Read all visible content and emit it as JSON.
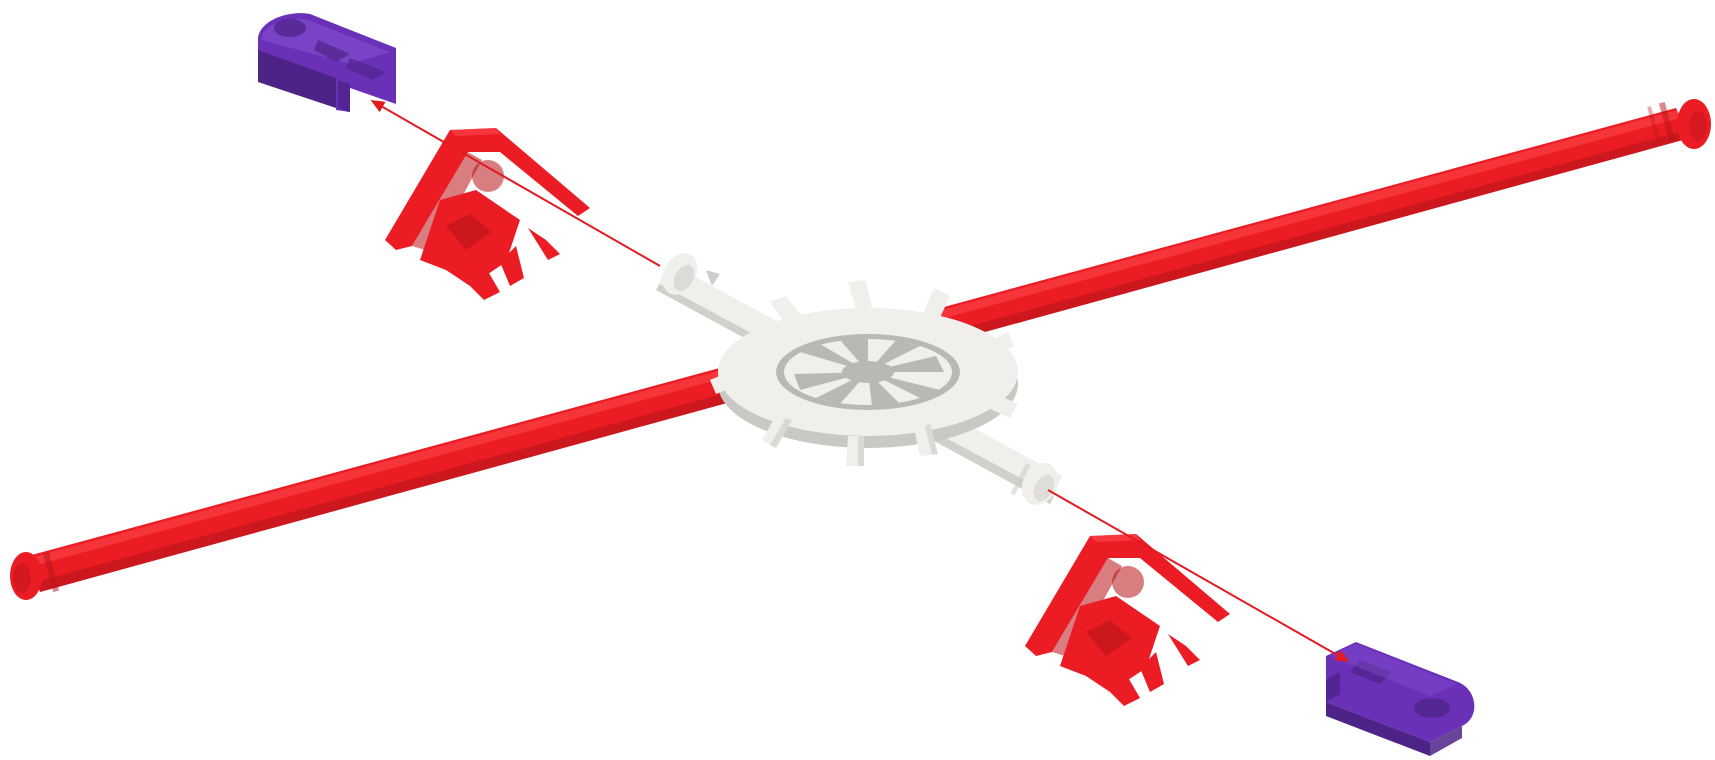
{
  "diagram": {
    "type": "assembly-instruction",
    "colors": {
      "background": "#ffffff",
      "rod": "#ec1c24",
      "rod_dark": "#b8141a",
      "rod_light": "#ff4a4f",
      "hub": "#f0efeb",
      "hub_shadow": "#c9c8c3",
      "hub_inner": "#b9b8b4",
      "clip": "#6a31b8",
      "clip_dark": "#4d2388",
      "clip_light": "#8a55d6",
      "arrow": "#e21b23"
    },
    "parts": [
      {
        "name": "long-red-rod",
        "icon": "red-rod-icon",
        "count": 1
      },
      {
        "name": "white-snowflake-hub",
        "icon": "white-hub-icon",
        "count": 1
      },
      {
        "name": "white-rod",
        "icon": "white-rod-icon",
        "count": 1
      },
      {
        "name": "red-angled-connector",
        "icon": "red-connector-icon",
        "count": 2
      },
      {
        "name": "purple-clip",
        "icon": "purple-clip-icon",
        "count": 2
      }
    ],
    "steps": [
      {
        "arrow": "upper-left",
        "from": "white-rod",
        "to": "purple-clip"
      },
      {
        "arrow": "lower-right",
        "from": "white-rod",
        "to": "purple-clip"
      }
    ]
  }
}
